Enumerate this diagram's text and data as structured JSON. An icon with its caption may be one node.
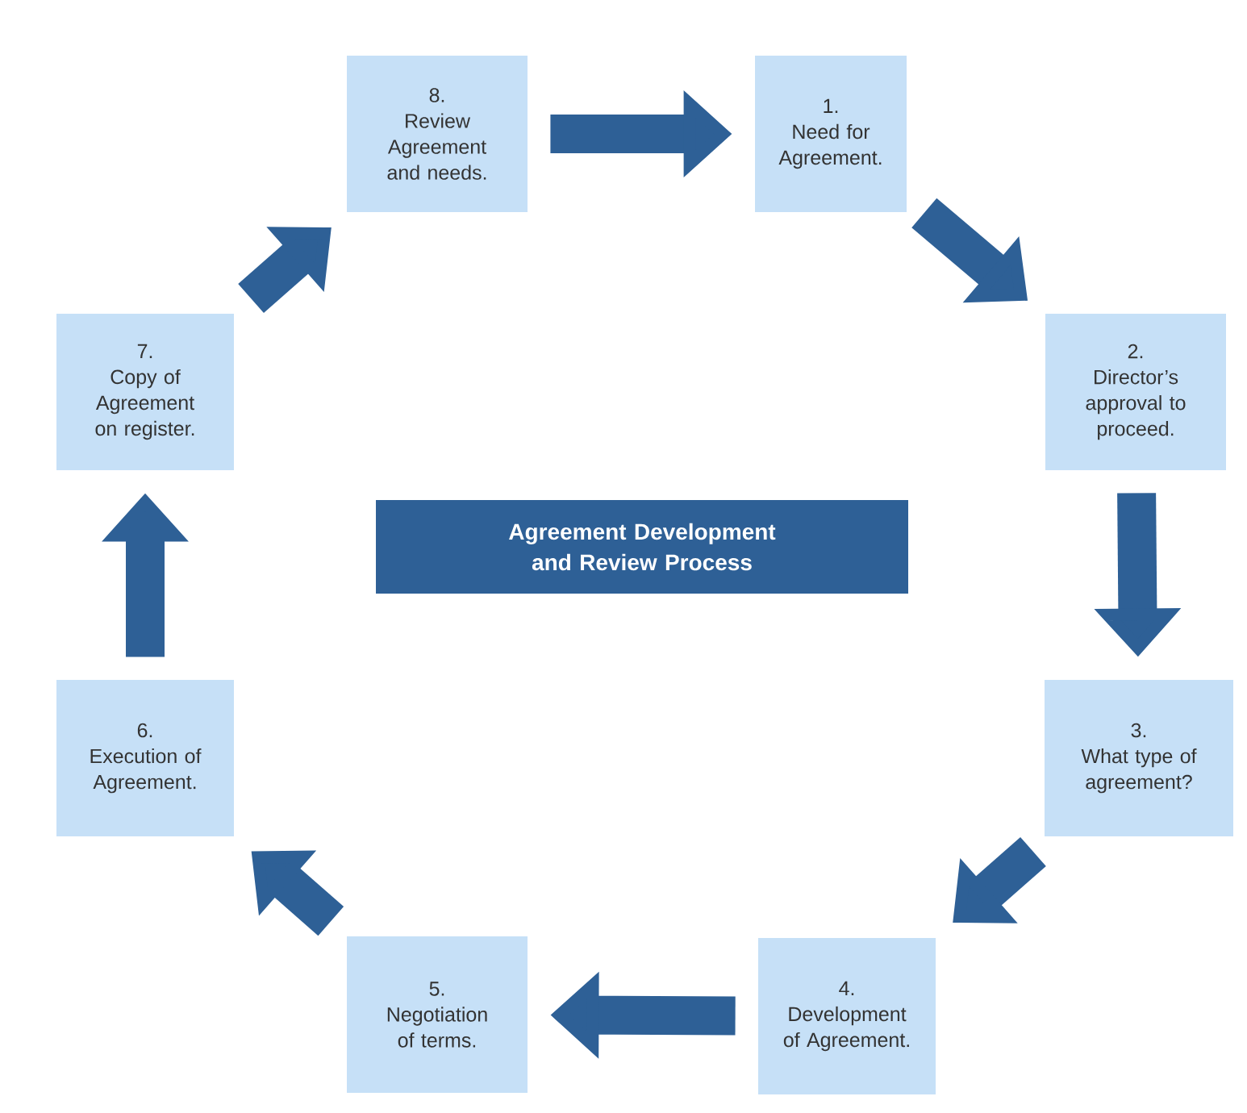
{
  "diagram": {
    "nodes": [
      {
        "text": [
          "1.",
          "Need for Agreement."
        ]
      },
      {
        "text": [
          "2.",
          "Director’s approval to proceed."
        ]
      },
      {
        "text": [
          "3.",
          "What type of agreement?"
        ]
      },
      {
        "text": [
          "4.",
          "Development of Agreement."
        ]
      },
      {
        "text": [
          "5.",
          "Negotiation of terms."
        ]
      },
      {
        "text": [
          "6.",
          "Execution of Agreement."
        ]
      },
      {
        "text": [
          "7.",
          "Copy of Agreement on register."
        ]
      },
      {
        "text": [
          "8.",
          "Review Agreement and needs."
        ]
      },
      {
        "text": [
          "Agreement Development and Review Process"
        ]
      }
    ],
    "edges": [
      {
        "from": 7,
        "to": 0,
        "arrow": "to"
      },
      {
        "from": 0,
        "to": 1,
        "arrow": "to"
      },
      {
        "from": 1,
        "to": 2,
        "arrow": "to"
      },
      {
        "from": 2,
        "to": 3,
        "arrow": "to"
      },
      {
        "from": 3,
        "to": 4,
        "arrow": "to"
      },
      {
        "from": 4,
        "to": 5,
        "arrow": "to"
      },
      {
        "from": 5,
        "to": 6,
        "arrow": "to"
      },
      {
        "from": 6,
        "to": 7,
        "arrow": "to"
      }
    ]
  }
}
